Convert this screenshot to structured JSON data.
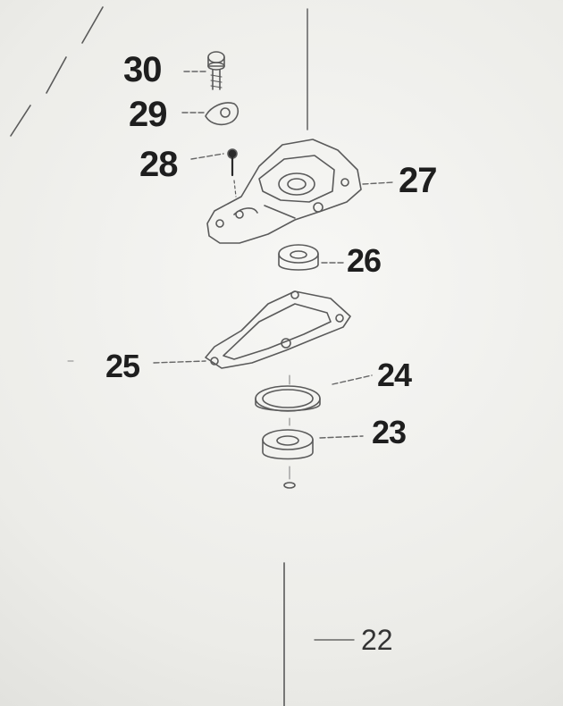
{
  "callouts": {
    "p30": "30",
    "p29": "29",
    "p28": "28",
    "p27": "27",
    "p26": "26",
    "p25": "25",
    "p24": "24",
    "p23": "23",
    "p22": "22"
  }
}
